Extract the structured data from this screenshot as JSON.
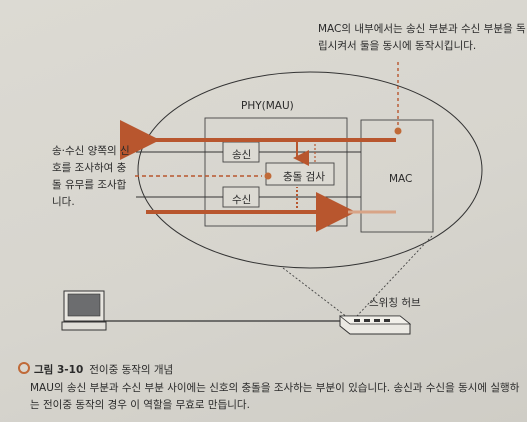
{
  "figure": {
    "mac_note": "MAC의 내부에서는 송신 부분과 수신 부분을 독립시켜서 둘을 동시에 동작시킵니다.",
    "left_note": "송·수신 양쪽의 신호를 조사하여 충돌 유무를 조사합니다.",
    "phy_title": "PHY(MAU)",
    "tx_label": "송신",
    "rx_label": "수신",
    "collision_label": "충돌 검사",
    "mac_label": "MAC",
    "hub_label": "스위칭 허브",
    "colors": {
      "signal": "#b8562e",
      "line": "#3a3a3a",
      "marker": "#c06a38"
    },
    "icons": [
      "computer-icon",
      "switching-hub-icon"
    ]
  },
  "caption": {
    "number": "그림 3-10",
    "title": "전이중 동작의 개념",
    "body": "MAU의 송신 부분과 수신 부분 사이에는 신호의 충돌을 조사하는 부분이 있습니다. 송신과 수신을 동시에 실행하는 전이중 동작의 경우 이 역할을 무효로 만듭니다."
  }
}
